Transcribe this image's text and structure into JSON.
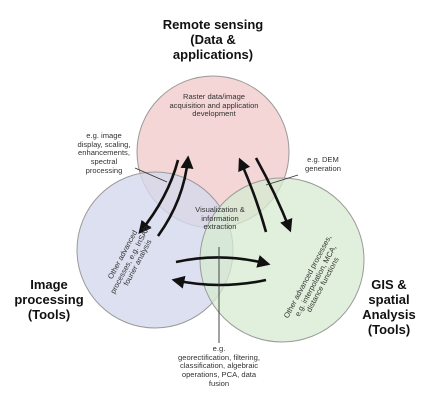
{
  "circles": {
    "remote_sensing": {
      "title_line1": "Remote sensing",
      "title_line2": "(Data &",
      "title_line3": "applications)",
      "inner_line1": "Raster data/image",
      "inner_line2": "acquisition and application",
      "inner_line3": "development",
      "color": "#f2cfcf"
    },
    "image_processing": {
      "title_line1": "Image",
      "title_line2": "processing",
      "title_line3": "(Tools)",
      "inner_line1": "Other advanced",
      "inner_line2": "processes, e.g. InSAR,",
      "inner_line3": "fourier analysis",
      "color": "#d5d8ec"
    },
    "gis": {
      "title_line1": "GIS &",
      "title_line2": "spatial",
      "title_line3": "Analysis",
      "title_line4": "(Tools)",
      "inner_line1": "Other advanced processes,",
      "inner_line2": "e.g. interpolation, MCA,",
      "inner_line3": "distance functions",
      "color": "#d6ebd0"
    }
  },
  "center": {
    "line1": "Visualization &",
    "line2": "information",
    "line3": "extraction"
  },
  "annotations": {
    "left": {
      "line1": "e.g. image",
      "line2": "display, scaling,",
      "line3": "enhancements,",
      "line4": "spectral",
      "line5": "processing"
    },
    "right": {
      "line1": "e.g. DEM",
      "line2": "generation"
    },
    "bottom": {
      "line1": "e.g.",
      "line2": "georectification, filtering,",
      "line3": "classification, algebraic",
      "line4": "operations, PCA, data",
      "line5": "fusion"
    }
  }
}
